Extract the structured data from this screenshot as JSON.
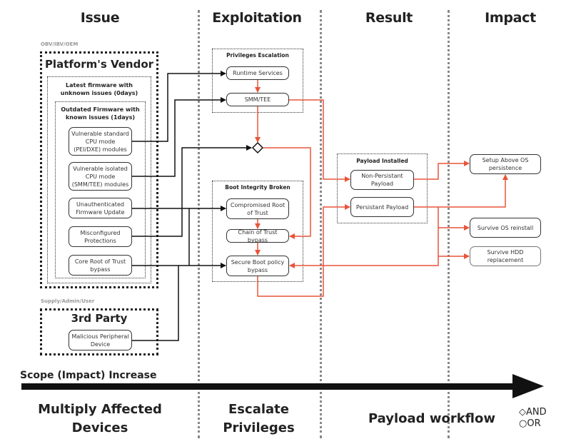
{
  "columns": {
    "issue": "Issue",
    "exploitation": "Exploitation",
    "result": "Result",
    "impact": "Impact"
  },
  "issue": {
    "vendor_tag": "OBV/IBV/OEM",
    "vendor_title": "Platform's Vendor",
    "latest_fw_title": "Latest firmware with unknown issues (0days)",
    "outdated_fw_title": "Outdated Firmware with known issues (1days)",
    "nodes": [
      "Vulnerable standard CPU mode (PEI/DXE) modules",
      "Vulnerable isolated CPU mode (SMM/TEE) modules",
      "Unauthenticated Firmware Update",
      "Misconfigured Protections",
      "Core Root of Trust bypass"
    ],
    "third_party_tag": "Supply/Admin/User",
    "third_party_title": "3rd Party",
    "third_party_node": "Malicious Peripheral Device"
  },
  "exploitation": {
    "priv_esc_title": "Privileges Escalation",
    "priv_esc_nodes": [
      "Runtime Services",
      "SMM/TEE"
    ],
    "boot_title": "Boot Integrity Broken",
    "boot_nodes": [
      "Compromised Root of Trust",
      "Chain of Trust bypass",
      "Secure Boot policy bypass"
    ]
  },
  "result": {
    "payload_title": "Payload Installed",
    "nodes": [
      "Non-Persistant Payload",
      "Persistant Payload"
    ]
  },
  "impact": {
    "nodes": [
      "Setup Above OS persistence",
      "Survive OS reinstall",
      "Survive HDD replacement"
    ]
  },
  "footer": {
    "scope_label": "Scope (Impact) Increase",
    "labels": [
      "Multiply Affected Devices",
      "Escalate Privileges",
      "Payload workflow"
    ],
    "legend": [
      {
        "symbol": "◇",
        "label": "AND"
      },
      {
        "symbol": "○",
        "label": "OR"
      }
    ]
  },
  "colors": {
    "flow_black": "#111111",
    "flow_orange": "#e8553a"
  }
}
